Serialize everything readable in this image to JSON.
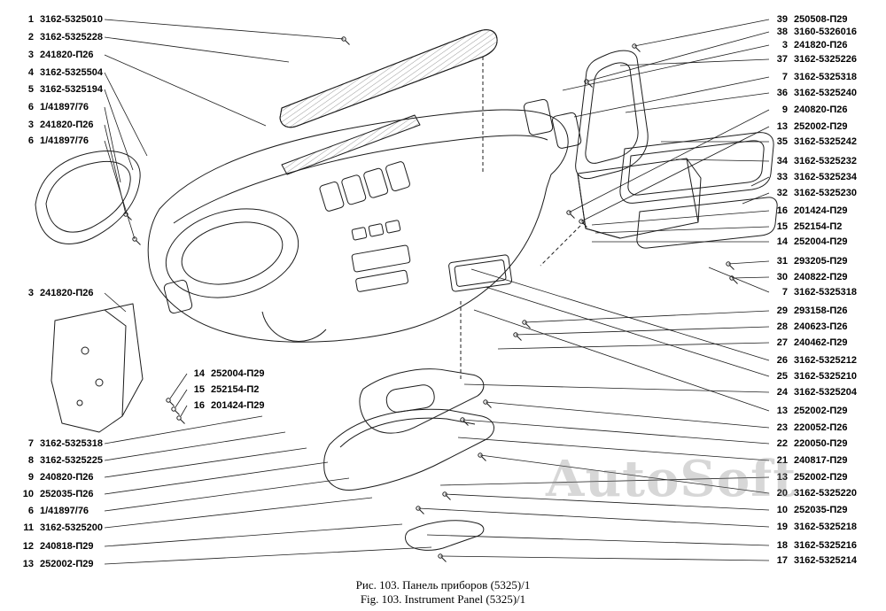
{
  "figure": {
    "caption_ru": "Рис. 103. Панель приборов (5325)/1",
    "caption_en": "Fig. 103. Instrument Panel (5325)/1"
  },
  "watermark": "AutoSoft",
  "parts": {
    "left": [
      {
        "num": "1",
        "code": "3162-5325010"
      },
      {
        "num": "2",
        "code": "3162-5325228"
      },
      {
        "num": "3",
        "code": "241820-П26"
      },
      {
        "num": "4",
        "code": "3162-5325504"
      },
      {
        "num": "5",
        "code": "3162-5325194"
      },
      {
        "num": "6",
        "code": "1/41897/76"
      },
      {
        "num": "3",
        "code": "241820-П26"
      },
      {
        "num": "6",
        "code": "1/41897/76"
      },
      {
        "num": "3",
        "code": "241820-П26"
      },
      {
        "num": "14",
        "code": "252004-П29"
      },
      {
        "num": "15",
        "code": "252154-П2"
      },
      {
        "num": "16",
        "code": "201424-П29"
      },
      {
        "num": "7",
        "code": "3162-5325318"
      },
      {
        "num": "8",
        "code": "3162-5325225"
      },
      {
        "num": "9",
        "code": "240820-П26"
      },
      {
        "num": "10",
        "code": "252035-П26"
      },
      {
        "num": "6",
        "code": "1/41897/76"
      },
      {
        "num": "11",
        "code": "3162-5325200"
      },
      {
        "num": "12",
        "code": "240818-П29"
      },
      {
        "num": "13",
        "code": "252002-П29"
      }
    ],
    "right": [
      {
        "num": "39",
        "code": "250508-П29"
      },
      {
        "num": "38",
        "code": "3160-5326016"
      },
      {
        "num": "3",
        "code": "241820-П26"
      },
      {
        "num": "37",
        "code": "3162-5325226"
      },
      {
        "num": "7",
        "code": "3162-5325318"
      },
      {
        "num": "36",
        "code": "3162-5325240"
      },
      {
        "num": "9",
        "code": "240820-П26"
      },
      {
        "num": "13",
        "code": "252002-П29"
      },
      {
        "num": "35",
        "code": "3162-5325242"
      },
      {
        "num": "34",
        "code": "3162-5325232"
      },
      {
        "num": "33",
        "code": "3162-5325234"
      },
      {
        "num": "32",
        "code": "3162-5325230"
      },
      {
        "num": "16",
        "code": "201424-П29"
      },
      {
        "num": "15",
        "code": "252154-П2"
      },
      {
        "num": "14",
        "code": "252004-П29"
      },
      {
        "num": "31",
        "code": "293205-П29"
      },
      {
        "num": "30",
        "code": "240822-П29"
      },
      {
        "num": "7",
        "code": "3162-5325318"
      },
      {
        "num": "29",
        "code": "293158-П26"
      },
      {
        "num": "28",
        "code": "240623-П26"
      },
      {
        "num": "27",
        "code": "240462-П29"
      },
      {
        "num": "26",
        "code": "3162-5325212"
      },
      {
        "num": "25",
        "code": "3162-5325210"
      },
      {
        "num": "24",
        "code": "3162-5325204"
      },
      {
        "num": "13",
        "code": "252002-П29"
      },
      {
        "num": "23",
        "code": "220052-П26"
      },
      {
        "num": "22",
        "code": "220050-П29"
      },
      {
        "num": "21",
        "code": "240817-П29"
      },
      {
        "num": "13",
        "code": "252002-П29"
      },
      {
        "num": "20",
        "code": "3162-5325220"
      },
      {
        "num": "10",
        "code": "252035-П29"
      },
      {
        "num": "19",
        "code": "3162-5325218"
      },
      {
        "num": "18",
        "code": "3162-5325216"
      },
      {
        "num": "17",
        "code": "3162-5325214"
      }
    ]
  }
}
